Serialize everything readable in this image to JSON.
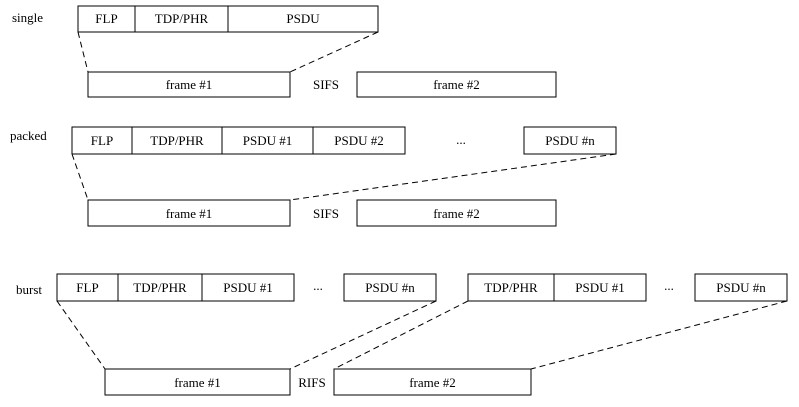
{
  "single": {
    "label": "single",
    "fields": [
      "FLP",
      "TDP/PHR",
      "PSDU"
    ],
    "frame1": "frame #1",
    "gap": "SIFS",
    "frame2": "frame #2"
  },
  "packed": {
    "label": "packed",
    "fields": [
      "FLP",
      "TDP/PHR",
      "PSDU #1",
      "PSDU #2"
    ],
    "ellipsis": "...",
    "last_field": "PSDU #n",
    "frame1": "frame #1",
    "gap": "SIFS",
    "frame2": "frame #2"
  },
  "burst": {
    "label": "burst",
    "fields_a": [
      "FLP",
      "TDP/PHR",
      "PSDU #1"
    ],
    "ellipsis_a": "...",
    "last_a": "PSDU #n",
    "fields_b": [
      "TDP/PHR",
      "PSDU #1"
    ],
    "ellipsis_b": "...",
    "last_b": "PSDU #n",
    "frame1": "frame #1",
    "gap": "RIFS",
    "frame2": "frame #2"
  }
}
